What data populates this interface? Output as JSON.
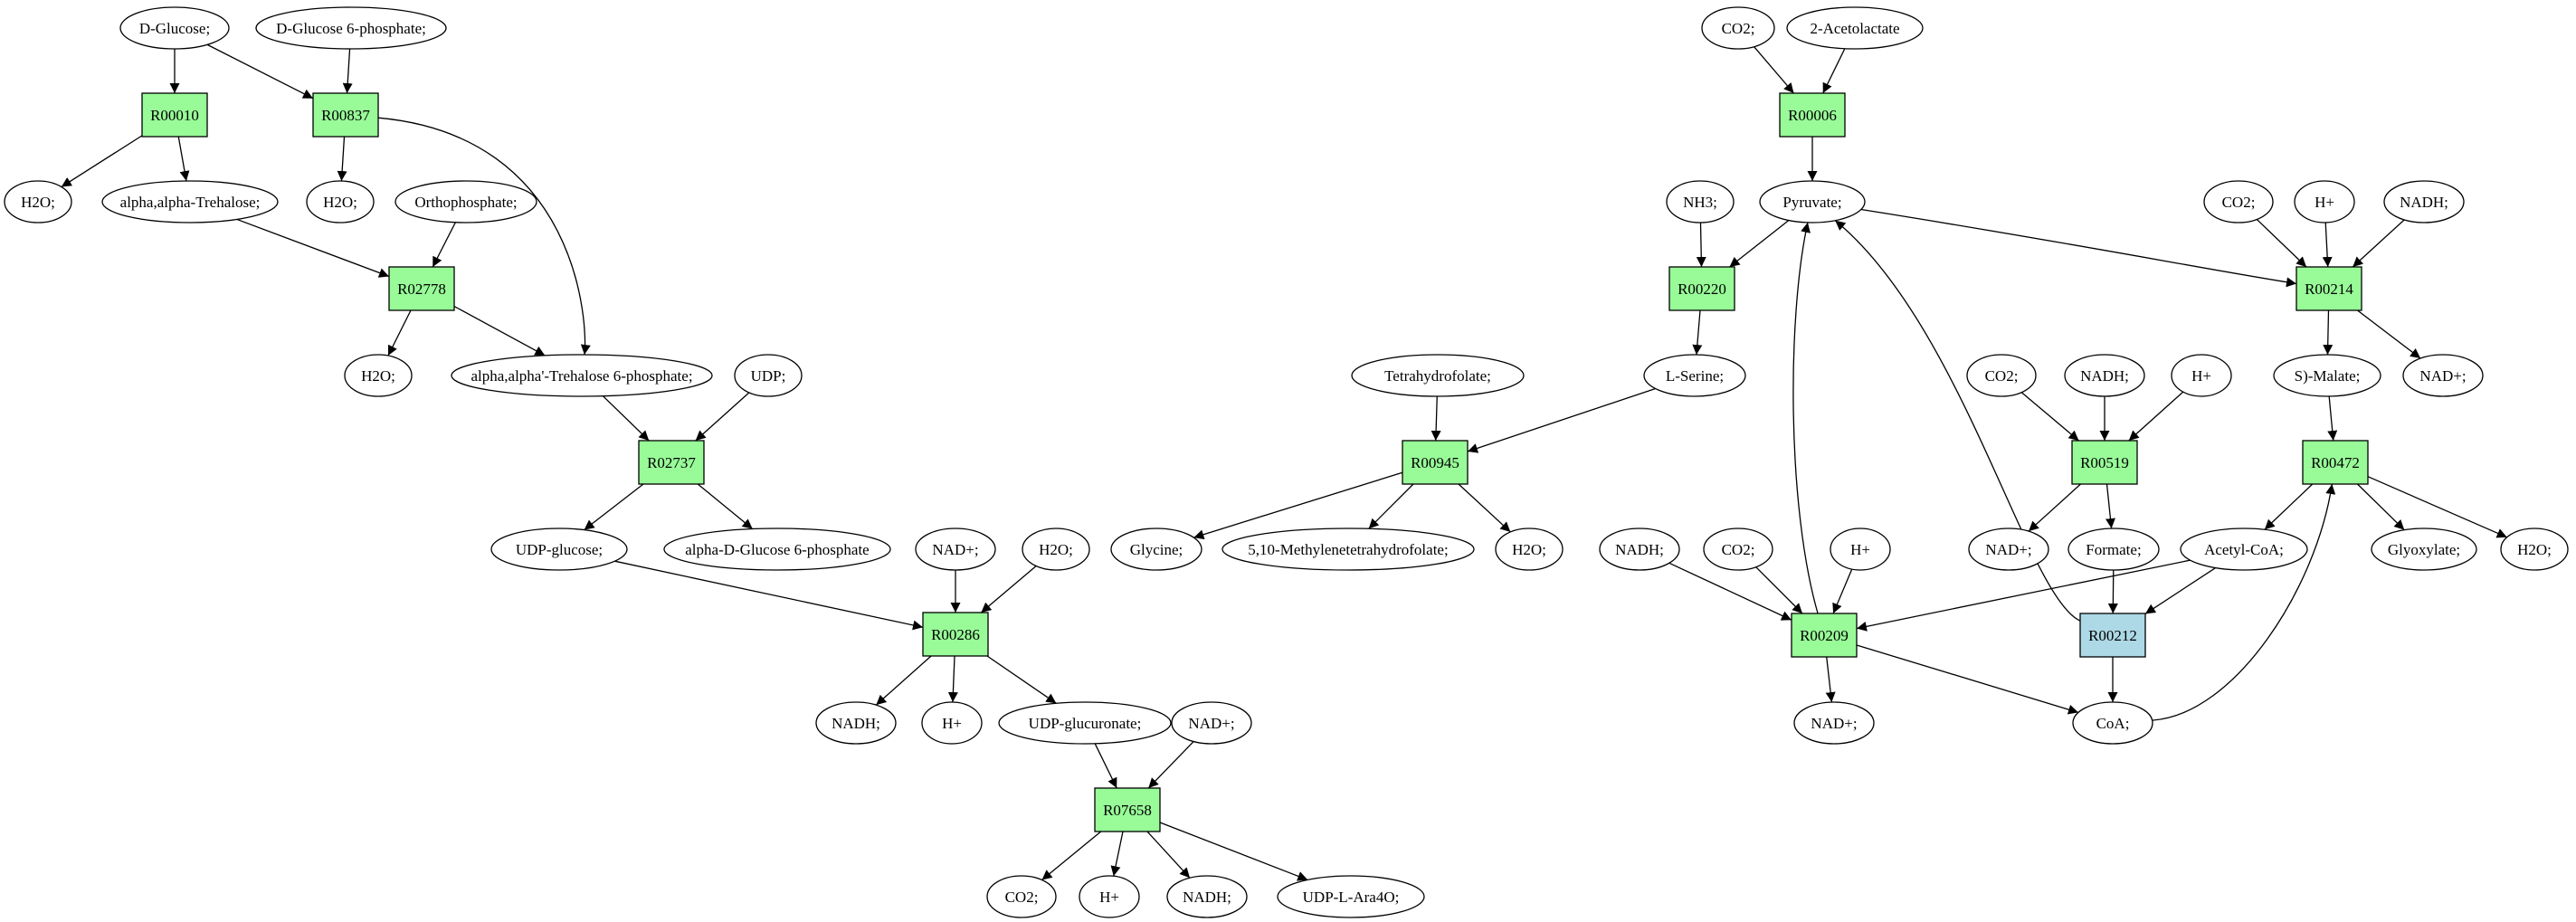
{
  "colors": {
    "reaction": "#98fb98",
    "reaction_alt": "#add8e6",
    "source_metabolite": "#00ff00",
    "target_metabolite": "#ffff00",
    "metabolite": "#ffffff"
  },
  "nodes": [
    {
      "id": "dglucose",
      "label": "D-Glucose;",
      "kind": "metabolite",
      "fill": "#00ff00"
    },
    {
      "id": "g6p",
      "label": "D-Glucose 6-phosphate;",
      "kind": "metabolite"
    },
    {
      "id": "R00010",
      "label": "R00010",
      "kind": "reaction"
    },
    {
      "id": "R00837",
      "label": "R00837",
      "kind": "reaction"
    },
    {
      "id": "h2o_a",
      "label": "H2O;",
      "kind": "metabolite"
    },
    {
      "id": "trehalose",
      "label": "alpha,alpha-Trehalose;",
      "kind": "metabolite"
    },
    {
      "id": "h2o_b",
      "label": "H2O;",
      "kind": "metabolite"
    },
    {
      "id": "orthophosphate",
      "label": "Orthophosphate;",
      "kind": "metabolite"
    },
    {
      "id": "R02778",
      "label": "R02778",
      "kind": "reaction"
    },
    {
      "id": "h2o_c",
      "label": "H2O;",
      "kind": "metabolite"
    },
    {
      "id": "t6p",
      "label": "alpha,alpha'-Trehalose 6-phosphate;",
      "kind": "metabolite"
    },
    {
      "id": "udp",
      "label": "UDP;",
      "kind": "metabolite"
    },
    {
      "id": "R02737",
      "label": "R02737",
      "kind": "reaction"
    },
    {
      "id": "udpglc",
      "label": "UDP-glucose;",
      "kind": "metabolite"
    },
    {
      "id": "adg6p",
      "label": "alpha-D-Glucose 6-phosphate",
      "kind": "metabolite"
    },
    {
      "id": "nadp_a",
      "label": "NAD+;",
      "kind": "metabolite"
    },
    {
      "id": "h2o_d",
      "label": "H2O;",
      "kind": "metabolite"
    },
    {
      "id": "R00286",
      "label": "R00286",
      "kind": "reaction"
    },
    {
      "id": "nadh_a",
      "label": "NADH;",
      "kind": "metabolite"
    },
    {
      "id": "hplus_a",
      "label": "H+",
      "kind": "metabolite"
    },
    {
      "id": "udpglcur",
      "label": "UDP-glucuronate;",
      "kind": "metabolite"
    },
    {
      "id": "nadp_b",
      "label": "NAD+;",
      "kind": "metabolite"
    },
    {
      "id": "R07658",
      "label": "R07658",
      "kind": "reaction"
    },
    {
      "id": "co2_a",
      "label": "CO2;",
      "kind": "metabolite"
    },
    {
      "id": "hplus_b",
      "label": "H+",
      "kind": "metabolite"
    },
    {
      "id": "nadh_b",
      "label": "NADH;",
      "kind": "metabolite"
    },
    {
      "id": "udpara",
      "label": "UDP-L-Ara4O;",
      "kind": "metabolite"
    },
    {
      "id": "co2_b",
      "label": "CO2;",
      "kind": "metabolite"
    },
    {
      "id": "acetolactate",
      "label": "2-Acetolactate",
      "kind": "metabolite"
    },
    {
      "id": "R00006",
      "label": "R00006",
      "kind": "reaction"
    },
    {
      "id": "nh3",
      "label": "NH3;",
      "kind": "metabolite"
    },
    {
      "id": "pyruvate",
      "label": "Pyruvate;",
      "kind": "metabolite"
    },
    {
      "id": "R00220",
      "label": "R00220",
      "kind": "reaction"
    },
    {
      "id": "lserine",
      "label": "L-Serine;",
      "kind": "metabolite"
    },
    {
      "id": "thf",
      "label": "Tetrahydrofolate;",
      "kind": "metabolite"
    },
    {
      "id": "R00945",
      "label": "R00945",
      "kind": "reaction"
    },
    {
      "id": "glycine",
      "label": "Glycine;",
      "kind": "metabolite",
      "fill": "#ffff00"
    },
    {
      "id": "methylenethf",
      "label": "5,10-Methylenetetrahydrofolate;",
      "kind": "metabolite"
    },
    {
      "id": "h2o_e",
      "label": "H2O;",
      "kind": "metabolite"
    },
    {
      "id": "co2_c",
      "label": "CO2;",
      "kind": "metabolite"
    },
    {
      "id": "hplus_c",
      "label": "H+",
      "kind": "metabolite"
    },
    {
      "id": "nadh_c",
      "label": "NADH;",
      "kind": "metabolite"
    },
    {
      "id": "R00214",
      "label": "R00214",
      "kind": "reaction"
    },
    {
      "id": "smalate",
      "label": "S)-Malate;",
      "kind": "metabolite"
    },
    {
      "id": "nadp_c",
      "label": "NAD+;",
      "kind": "metabolite"
    },
    {
      "id": "co2_d",
      "label": "CO2;",
      "kind": "metabolite"
    },
    {
      "id": "nadh_d",
      "label": "NADH;",
      "kind": "metabolite"
    },
    {
      "id": "hplus_d",
      "label": "H+",
      "kind": "metabolite"
    },
    {
      "id": "R00519",
      "label": "R00519",
      "kind": "reaction"
    },
    {
      "id": "nadp_d",
      "label": "NAD+;",
      "kind": "metabolite"
    },
    {
      "id": "formate",
      "label": "Formate;",
      "kind": "metabolite"
    },
    {
      "id": "R00472",
      "label": "R00472",
      "kind": "reaction"
    },
    {
      "id": "acetylcoa",
      "label": "Acetyl-CoA;",
      "kind": "metabolite"
    },
    {
      "id": "glyoxylate",
      "label": "Glyoxylate;",
      "kind": "metabolite"
    },
    {
      "id": "h2o_f",
      "label": "H2O;",
      "kind": "metabolite"
    },
    {
      "id": "nadh_e",
      "label": "NADH;",
      "kind": "metabolite"
    },
    {
      "id": "co2_e",
      "label": "CO2;",
      "kind": "metabolite"
    },
    {
      "id": "hplus_e",
      "label": "H+",
      "kind": "metabolite"
    },
    {
      "id": "R00209",
      "label": "R00209",
      "kind": "reaction"
    },
    {
      "id": "R00212",
      "label": "R00212",
      "kind": "reaction",
      "fill": "#add8e6"
    },
    {
      "id": "nadp_e",
      "label": "NAD+;",
      "kind": "metabolite"
    },
    {
      "id": "coa",
      "label": "CoA;",
      "kind": "metabolite"
    }
  ],
  "edges": [
    [
      "dglucose",
      "R00010"
    ],
    [
      "dglucose",
      "R00837"
    ],
    [
      "g6p",
      "R00837"
    ],
    [
      "R00010",
      "h2o_a"
    ],
    [
      "R00010",
      "trehalose"
    ],
    [
      "R00837",
      "h2o_b"
    ],
    [
      "R00837",
      "t6p"
    ],
    [
      "trehalose",
      "R02778"
    ],
    [
      "orthophosphate",
      "R02778"
    ],
    [
      "R02778",
      "h2o_c"
    ],
    [
      "R02778",
      "t6p"
    ],
    [
      "t6p",
      "R02737"
    ],
    [
      "udp",
      "R02737"
    ],
    [
      "R02737",
      "udpglc"
    ],
    [
      "R02737",
      "adg6p"
    ],
    [
      "udpglc",
      "R00286"
    ],
    [
      "nadp_a",
      "R00286"
    ],
    [
      "h2o_d",
      "R00286"
    ],
    [
      "R00286",
      "nadh_a"
    ],
    [
      "R00286",
      "hplus_a"
    ],
    [
      "R00286",
      "udpglcur"
    ],
    [
      "udpglcur",
      "R07658"
    ],
    [
      "nadp_b",
      "R07658"
    ],
    [
      "R07658",
      "co2_a"
    ],
    [
      "R07658",
      "hplus_b"
    ],
    [
      "R07658",
      "nadh_b"
    ],
    [
      "R07658",
      "udpara"
    ],
    [
      "co2_b",
      "R00006"
    ],
    [
      "acetolactate",
      "R00006"
    ],
    [
      "R00006",
      "pyruvate"
    ],
    [
      "nh3",
      "R00220"
    ],
    [
      "pyruvate",
      "R00220"
    ],
    [
      "R00220",
      "lserine"
    ],
    [
      "lserine",
      "R00945"
    ],
    [
      "thf",
      "R00945"
    ],
    [
      "R00945",
      "glycine"
    ],
    [
      "R00945",
      "methylenethf"
    ],
    [
      "R00945",
      "h2o_e"
    ],
    [
      "pyruvate",
      "R00214"
    ],
    [
      "co2_c",
      "R00214"
    ],
    [
      "hplus_c",
      "R00214"
    ],
    [
      "nadh_c",
      "R00214"
    ],
    [
      "R00214",
      "smalate"
    ],
    [
      "R00214",
      "nadp_c"
    ],
    [
      "smalate",
      "R00472"
    ],
    [
      "R00472",
      "acetylcoa"
    ],
    [
      "R00472",
      "glyoxylate"
    ],
    [
      "R00472",
      "h2o_f"
    ],
    [
      "co2_d",
      "R00519"
    ],
    [
      "nadh_d",
      "R00519"
    ],
    [
      "hplus_d",
      "R00519"
    ],
    [
      "R00519",
      "nadp_d"
    ],
    [
      "R00519",
      "formate"
    ],
    [
      "formate",
      "R00212"
    ],
    [
      "acetylcoa",
      "R00212"
    ],
    [
      "R00212",
      "coa"
    ],
    [
      "R00212",
      "pyruvate"
    ],
    [
      "nadh_e",
      "R00209"
    ],
    [
      "co2_e",
      "R00209"
    ],
    [
      "hplus_e",
      "R00209"
    ],
    [
      "acetylcoa",
      "R00209"
    ],
    [
      "R00209",
      "pyruvate"
    ],
    [
      "R00209",
      "nadp_e"
    ],
    [
      "R00209",
      "coa"
    ],
    [
      "coa",
      "R00472"
    ]
  ]
}
